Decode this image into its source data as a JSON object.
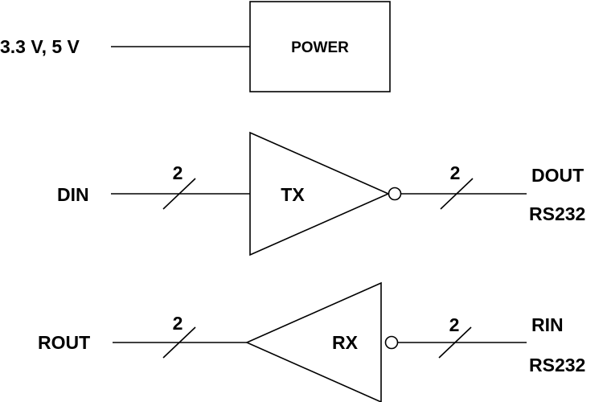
{
  "power": {
    "input_label": "3.3 V, 5 V",
    "block_label": "POWER"
  },
  "transmitter": {
    "input_label": "DIN",
    "input_bus_width": "2",
    "block_label": "TX",
    "output_bus_width": "2",
    "output_label": "DOUT",
    "output_standard": "RS232"
  },
  "receiver": {
    "output_label": "ROUT",
    "output_bus_width": "2",
    "block_label": "RX",
    "input_bus_width": "2",
    "input_label": "RIN",
    "input_standard": "RS232"
  }
}
